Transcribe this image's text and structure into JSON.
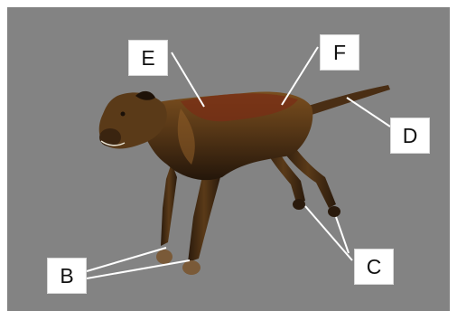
{
  "diagram": {
    "subject": "cheetah-3d-model",
    "labels": {
      "E": "E",
      "F": "F",
      "D": "D",
      "C": "C",
      "B": "B"
    },
    "colors": {
      "background": "#838383",
      "frame": "#ffffff",
      "body": "#4a3216",
      "body_highlight": "#7a4e1e",
      "stripe": "#6e2a14",
      "leader_line": "#ffffff"
    }
  }
}
